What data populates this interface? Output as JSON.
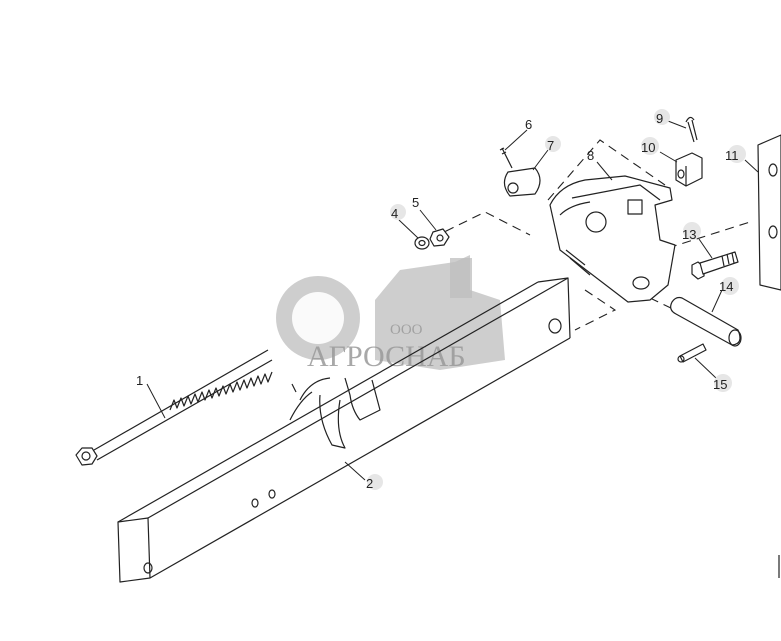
{
  "diagram": {
    "callouts": [
      "1",
      "2",
      "4",
      "5",
      "6",
      "7",
      "8",
      "9",
      "10",
      "11",
      "13",
      "14",
      "15"
    ]
  },
  "watermark": {
    "prefix": "ООО",
    "name": "АГРОСНАБ"
  },
  "colors": {
    "line": "#222222",
    "watermark": "#9a9a9a",
    "badge": "#e6e6e6"
  }
}
